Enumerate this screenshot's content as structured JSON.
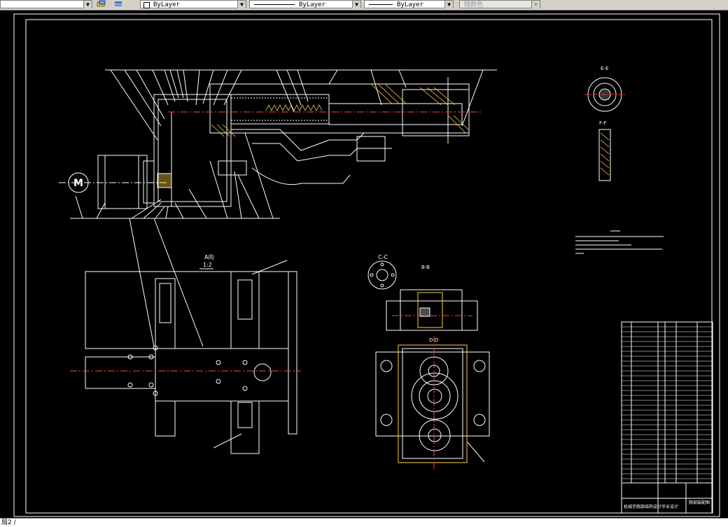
{
  "toolbar": {
    "color_combo": "ByLayer",
    "linetype_combo": "ByLayer",
    "lineweight_combo": "ByLayer",
    "plotstyle_combo": "随颜色"
  },
  "drawing": {
    "section_views": [
      "A向",
      "C-C",
      "B-B",
      "D-D",
      "E-E",
      "F-F"
    ],
    "scale_label": "1:2",
    "motor_symbol": "M",
    "title_block": {
      "title": "机械手腕部结构设计",
      "school": "毕业设计",
      "drawing_name": "腕部装配图"
    }
  },
  "command_line": "局2 /"
}
